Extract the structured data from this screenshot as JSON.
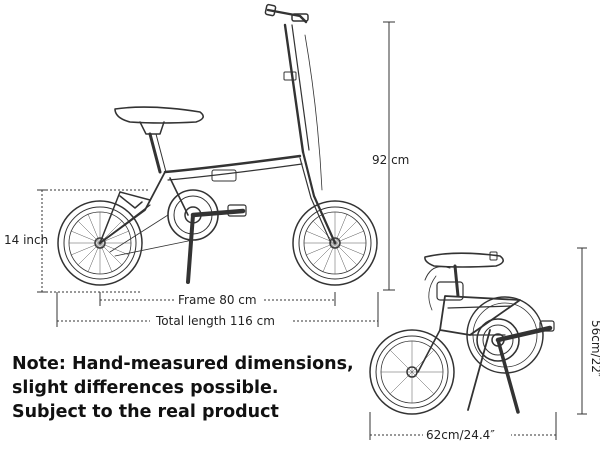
{
  "dimensions": {
    "height": "92 cm",
    "wheel": "14 inch",
    "frame": "Frame 80 cm",
    "total_length": "Total length 116 cm",
    "folded_height": "56cm/22″",
    "folded_length": "62cm/24.4″"
  },
  "note": {
    "line1": "Note: Hand-measured dimensions,",
    "line2": "slight differences possible.",
    "line3": "Subject to the real product"
  }
}
